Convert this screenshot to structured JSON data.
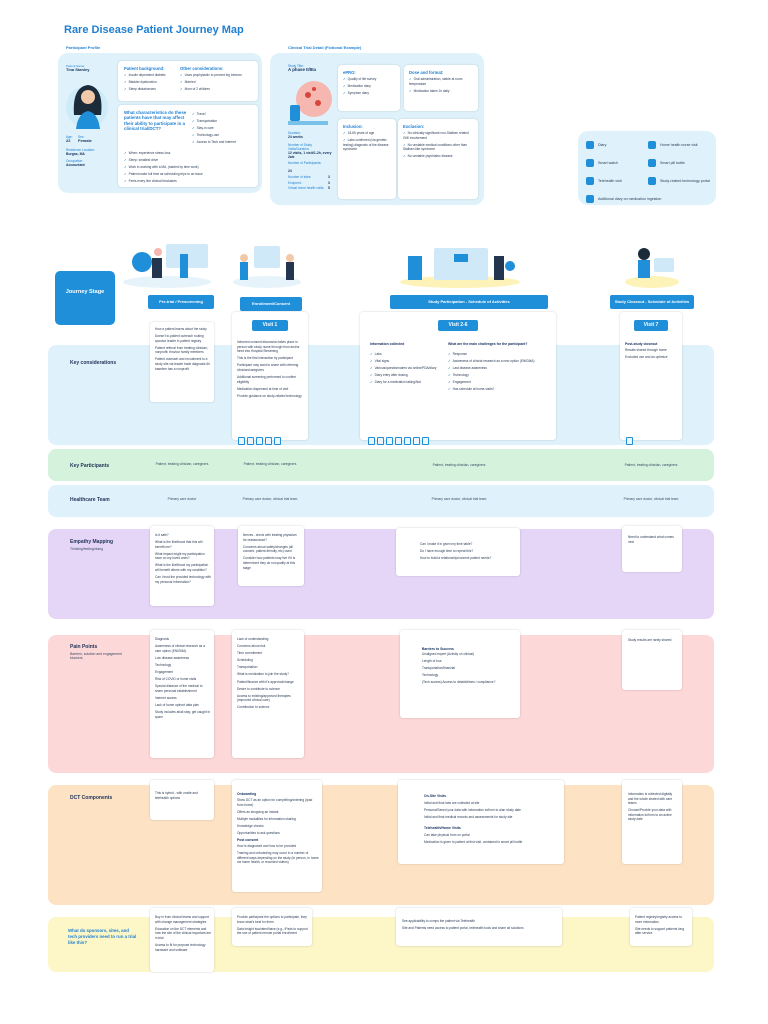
{
  "title": "Rare Disease Patient Journey Map",
  "participant_profile": {
    "section_label": "Participant Profile",
    "name_label": "Patient Name:",
    "name": "Tina Stanley",
    "age_label": "Age:",
    "age": "22",
    "sex_label": "Sex:",
    "sex": "Female",
    "residence_label": "Residence Location:",
    "residence": "Burgas, MA",
    "occupation_label": "Occupation:",
    "occupation": "Accountant",
    "background_title": "Patient background:",
    "background_items": [
      "Insulin dependent diabetic",
      "Bladder dysfunction",
      "Sleep disturbances"
    ],
    "other_title": "Other considerations:",
    "other_items": [
      "Uses prophylactic to prevent leg tremors",
      "Married",
      "Mom of 2 children"
    ],
    "question": "What characteristics do these patients have that may affect their ability to participate in a clinical trial/DCT?",
    "char_items": [
      "Travel",
      "Transportation",
      "Stay-in care",
      "Technology-use",
      "Access to Tech and Internet"
    ],
    "care_items": [
      "When: experience stress loss",
      "Sleep: smallest drive",
      "Work in working with a MA, (started by time work)",
      "Patient make full time as scheduling trips to an issue",
      "Feels every line clinical blockades"
    ]
  },
  "trial_detail": {
    "section_label": "Clinical Trial Detail (Fictional Example)",
    "study_title_label": "Study Title:",
    "study_title": "A phase II/IIIa",
    "duration_label": "Duration:",
    "duration": "24 weeks",
    "visits_label": "Number of Study Visits/Duration:",
    "visits": "12 visits, 1 visit/1-2h, every 2wk",
    "participants_label": "Number of Participants:",
    "participants": "24",
    "sites_label": "Number of sites:",
    "sites": "3",
    "endpoint_label": "Endpoint:",
    "endpoint": "3",
    "virtual_label": "Virtual home health visits:",
    "virtual": "5",
    "epro_title": "ePRO:",
    "epro_items": [
      "Quality of life survey",
      "Medication diary",
      "Symptom diary"
    ],
    "dose_title": "Dose and format:",
    "dose_items": [
      "Oral administration, stable at room temperature",
      "Medication taken 2x daily"
    ],
    "inclusion_title": "Inclusion:",
    "inclusion_items": [
      "18-65 years of age",
      "Labs confirmed (via genetic testing) diagnosis of the disease syndrome"
    ],
    "exclusion_title": "Exclusion:",
    "exclusion_items": [
      "No clinically significant non-Stallsen related GMI involvement",
      "No unstable medical conditions other than Stallsen-like syndrome",
      "No unstable psychiatric disease"
    ]
  },
  "legend": [
    {
      "label": "Diary",
      "icon": "diary-icon"
    },
    {
      "label": "Home health nurse visit",
      "icon": "nurse-icon"
    },
    {
      "label": "Smart watch",
      "icon": "watch-icon"
    },
    {
      "label": "Smart pill bottle",
      "icon": "pill-bottle-icon"
    },
    {
      "label": "Telehealth visit",
      "icon": "telehealth-icon"
    },
    {
      "label": "Study-related technology portal",
      "icon": "portal-icon"
    },
    {
      "label": "Additional diary on medication ingestion",
      "icon": "med-diary-icon"
    }
  ],
  "journey": {
    "label": "Journey Stage",
    "stages": [
      {
        "name": "Pre-trial / Prescreening"
      },
      {
        "name": "Enrollment/Consent",
        "visit": "Visit 1"
      },
      {
        "name": "Study Participation - Schedule of Activities",
        "visit": "Visit 2-6"
      },
      {
        "name": "Study Closeout - Schedule of Activities",
        "visit": "Visit 7"
      }
    ]
  },
  "key_considerations": {
    "label": "Key considerations",
    "pre": [
      "How a patient learns about the study",
      "Doesn't in-patient outreach routing sponsor leader in patient registry",
      "Patient referral from treating clinician; nonprofit; thru/our family members",
      "Patient outreach and recruitment to a study site via leader bade diagnosis 6h baseline has a nonprofit"
    ],
    "visit1": [
      "Informed consent discussion takes place in person with study nurse through from and/or hired into Hospital Streaming",
      "This is the first interaction by participant",
      "Participant may want to share with referring clinician/caregivers",
      "Additional screening performed to confirm eligibility",
      "Medication dispensed at time of visit",
      "Provide guidance on study-related technology"
    ],
    "visit26_info_title": "Information collected",
    "visit26_info": [
      "Labs",
      "Vital signs",
      "Various/questionnaires via online/PDA/diary",
      "Diary entry after dosing",
      "Diary for a medication taking/Not"
    ],
    "visit26_challenges_title": "What are the main challenges for the participant?",
    "visit26_challenges": [
      "Response",
      "Awareness of clinical research as a new option (ENIGMA)",
      "Last disease awareness",
      "Technology",
      "Engagement",
      "Has schedule at home-visits?"
    ],
    "visit7_title": "Post-study closeout",
    "visit7": [
      "Results shared through home",
      "Excluded use and an optimize"
    ]
  },
  "key_participants": {
    "label": "Key Participants",
    "cols": [
      "Patient, treating clinician, caregivers",
      "Patient, treating clinician, caregivers",
      "Patient, treating clinician, caregivers",
      "Patient, treating clinician, caregivers"
    ]
  },
  "healthcare_team": {
    "label": "Healthcare Team",
    "cols": [
      "Primary care doctor",
      "Primary care doctor, clinical trial team",
      "Primary care doctor, clinical trial team",
      "Primary care doctor, clinical trial team"
    ]
  },
  "empathy": {
    "label": "Empathy Mapping",
    "sub": "Thinking/feeling/doing",
    "pre": [
      "Is it safe?",
      "What is the likelihood that this will benefit me?",
      "What impact might my participation have on my loved ones?",
      "What is the likelihood my participation will benefit others with my condition?",
      "Can I trust the provided technology with my personal information?"
    ],
    "visit1": [
      "Nerves - check with treating physician for reassurance?",
      "Concerns about safety/changes (all consent, patient-friendly, etc) used",
      "Consider how patients may live if it is determined they do not qualify at this stage"
    ],
    "visit26": [
      "Can I make it in given my time table?",
      "Do I have enough time to repeat this?",
      "How to build a relationship/connect patient needs?"
    ],
    "visit7": [
      "Need to understand what comes next"
    ]
  },
  "pain_points": {
    "label": "Pain Points",
    "sub": "Barriers, solution and engagement blockers",
    "pre": [
      "Diagnosis",
      "Awareness of clinical research as a care option (ENIGMA)",
      "Low disease awareness",
      "Technology",
      "Engagement",
      "Risk of COVID or home visits",
      "Special distance of the medical to share personal establishment",
      "Internet access",
      "Lack of home upfront data plan",
      "Study includes at/all stay; get caught in spam"
    ],
    "visit1": [
      "Lack of understanding",
      "Concerns about risk",
      "Time commitment",
      "Scheduling",
      "Transportation",
      "What is medication to join the study?",
      "Patient/finance with it's approval/change",
      "Desire to contribute to science",
      "Access to existing/approved therapies (improved clinical care)",
      "Contribution to science"
    ],
    "visit26_title": "Barriers to Success",
    "visit26": [
      "Unaligned expert (Activity on clinical)",
      "Length of tour",
      "Transportation/financial",
      "Technology",
      "(Tech access) Access to details/times / compliance?"
    ],
    "visit7": [
      "Study results are rarely shared"
    ]
  },
  "dct": {
    "label": "DCT Components",
    "pre": [
      "This is hybrid - with onsite and telehealth options"
    ],
    "visit1_title1": "Onboarding",
    "visit1_a": [
      "Show DCT as an option for completing/ordering (Ipad from home)",
      "Offers as shopping an instant",
      "Multiple modalities for information sharing",
      "Knowledge checks",
      "Opportunities to ask questions"
    ],
    "visit1_title2": "Post consent",
    "visit1_b": [
      "How is diagnosed and how to be provided",
      "Training and onboarding may occur in a number of different ways depending on the study (in person, in home via home health, or recorded videos)"
    ],
    "visit26_title1": "On-Site Visits",
    "visit26_a": [
      "Initial and final labs are collected at site",
      "Personal/Saved your data with information to/from to a/an study date",
      "Initial and final medical records and assessments for study site"
    ],
    "visit26_title2": "Telehealth/Home Visits",
    "visit26_b": [
      "Can take physical from on portal",
      "Medication is given to patient at first visit, contained in smart pill bottle"
    ],
    "visit7": [
      "Information is collected digitally and the whole shared with care teams",
      "Choose/Provide your data with information to/from to an active study date"
    ]
  },
  "sponsors": {
    "label": "What do sponsors, sites, and tech providers need to run a trial like this?",
    "pre": [
      "Buy in from clinical teams and support with change management strategies",
      "Education on the DCT elements and how the site of the clinical important are in trial",
      "Access to fit for purpose technology hardware and software"
    ],
    "visit1": [
      "Provide participant the options to participate, they know what's best for them",
      "Data insight two/rated/have (e.g., iPads to support the use of patient remote portal enrollment"
    ],
    "visit26": [
      "See applicability to comps the patient via Telehealth",
      "Site and Patients need access to patient portal, telehealth tools and share all solutions"
    ],
    "visit7": [
      "Patient registry/registry access to more information",
      "Site needs to support patients long after service"
    ]
  },
  "colors": {
    "accent": "#1f8fd9",
    "title": "#1f7fd1",
    "key": "#dff2fb",
    "participants": "#d5f3dc",
    "empathy": "#e5d6f7",
    "pain": "#fdd8d8",
    "dct": "#fde3c4",
    "sponsors": "#fdf6c7"
  }
}
